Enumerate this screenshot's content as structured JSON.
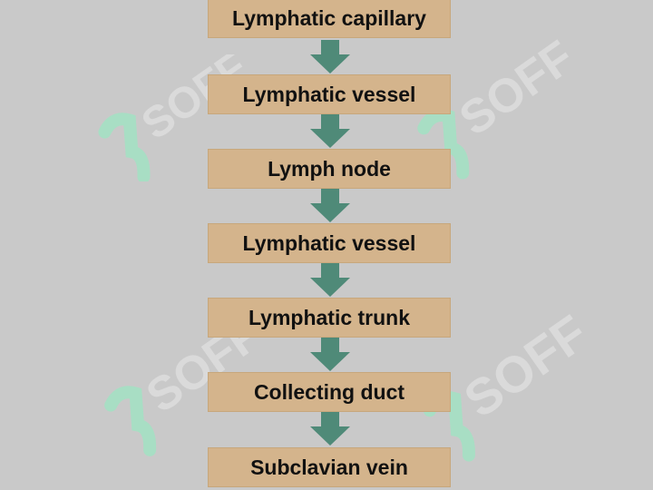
{
  "diagram": {
    "type": "vertical-flowchart",
    "steps": [
      {
        "label": "Lymphatic capillary"
      },
      {
        "label": "Lymphatic vessel"
      },
      {
        "label": "Lymph node"
      },
      {
        "label": "Lymphatic vessel"
      },
      {
        "label": "Lymphatic trunk"
      },
      {
        "label": "Collecting duct"
      },
      {
        "label": "Subclavian vein"
      }
    ],
    "connector": "down-arrow"
  },
  "watermark": {
    "text": "SOFF"
  },
  "colors": {
    "background": "#c9c9c9",
    "box_fill": "#d4b48c",
    "arrow_fill": "#4f8a78",
    "text": "#111111",
    "watermark": "#8ef0c0"
  }
}
